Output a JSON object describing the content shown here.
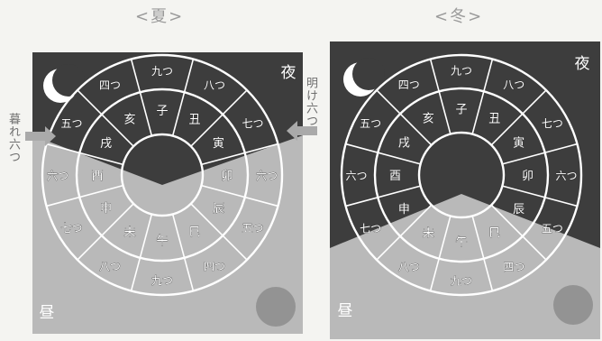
{
  "panels": [
    {
      "id": "summer",
      "title": "<夏>",
      "night_label": "夜",
      "day_label": "昼",
      "side_labels": [
        "暮れ六つ",
        "明け六つ"
      ],
      "inner_ring": [
        "子",
        "丑",
        "寅",
        "卯",
        "辰",
        "巳",
        "午",
        "未",
        "申",
        "酉",
        "戌",
        "亥"
      ],
      "outer_ring": [
        "九つ",
        "八つ",
        "七つ",
        "六つ",
        "五つ",
        "四つ",
        "九つ",
        "八つ",
        "七つ",
        "六つ",
        "五つ",
        "四つ"
      ]
    },
    {
      "id": "winter",
      "title": "<冬>",
      "night_label": "夜",
      "day_label": "昼",
      "side_labels": [],
      "inner_ring": [
        "子",
        "丑",
        "寅",
        "卯",
        "辰",
        "巳",
        "午",
        "未",
        "申",
        "酉",
        "戌",
        "亥"
      ],
      "outer_ring": [
        "九つ",
        "八つ",
        "七つ",
        "六つ",
        "五つ",
        "四つ",
        "九つ",
        "八つ",
        "七つ",
        "六つ",
        "五つ",
        "四つ"
      ]
    }
  ],
  "colors": {
    "night": "#3d3d3d",
    "day": "#b9b9b9",
    "ring_line": "#ffffff",
    "sun": "#8a8a8a",
    "moon": "#ffffff"
  }
}
